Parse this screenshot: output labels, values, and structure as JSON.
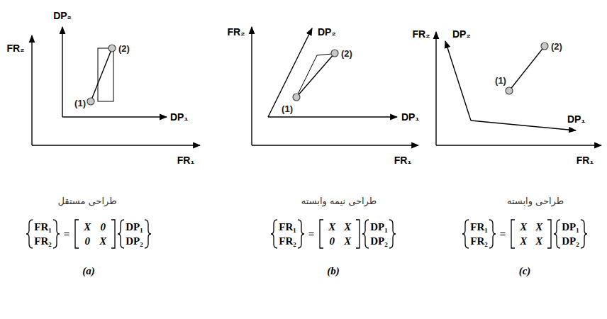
{
  "diagram": {
    "labels": [
      "FR₂",
      "DP₂",
      "(2)",
      "(1)",
      "DP₁",
      "FR₁",
      "FR₂",
      "DP₂",
      "(2)",
      "(1)",
      "DP₁",
      "FR₁",
      "FR₂",
      "DP₂",
      "(2)",
      "(1)",
      "DP₁",
      "FR₁",
      "طراحی مستقل",
      "طراحی نیمه وابسته",
      "طراحی وابسته",
      "FR₁",
      "FR₂",
      "=",
      "X",
      "0",
      "0",
      "X",
      "DP₁",
      "DP₂",
      "FR₁",
      "FR₂",
      "=",
      "X",
      "X",
      "0",
      "X",
      "DP₁",
      "DP₂",
      "FR₁",
      "FR₂",
      "=",
      "X",
      "X",
      "X",
      "X",
      "DP₁",
      "DP₂",
      "(a)",
      "(b)",
      "(c)"
    ]
  }
}
